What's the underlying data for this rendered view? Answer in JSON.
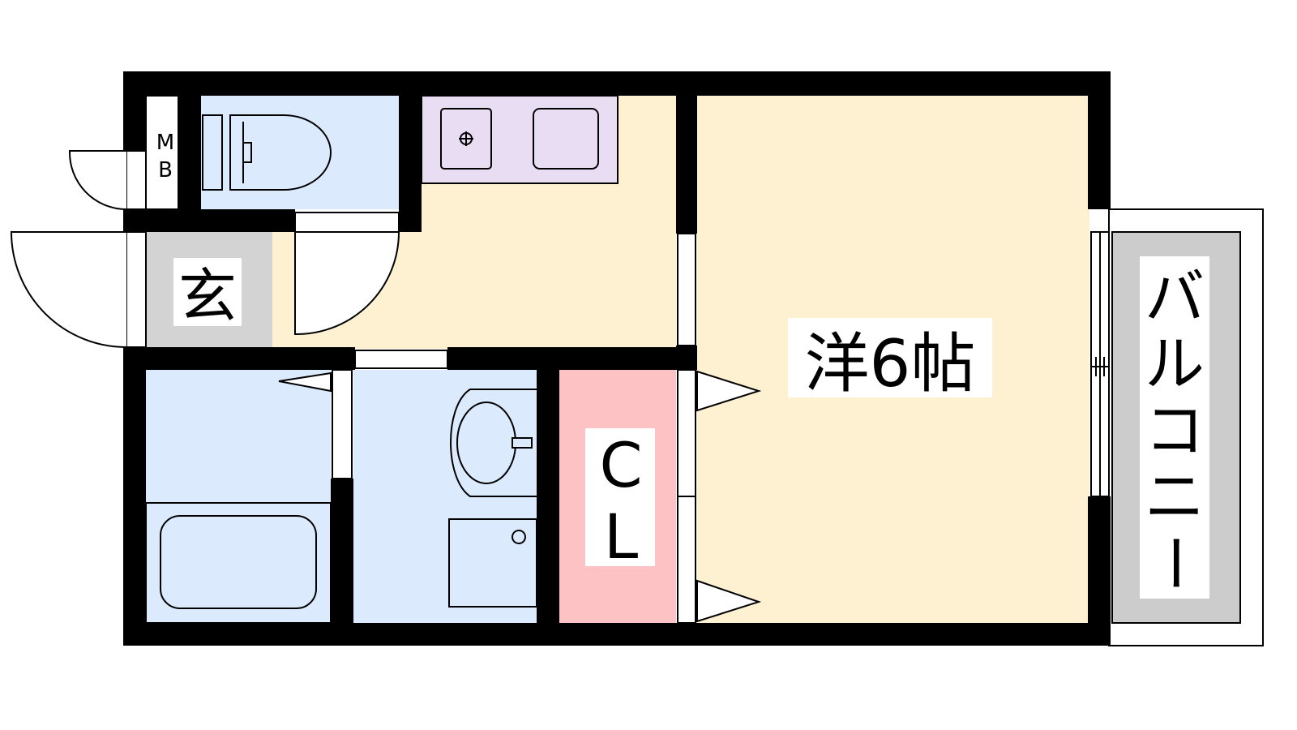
{
  "labels": {
    "mb_top": "M",
    "mb_bottom": "B",
    "entrance": "玄",
    "western_room": "洋6帖",
    "closet_top": "C",
    "closet_bottom": "L",
    "balcony": [
      "バ",
      "ル",
      "コ",
      "ニ",
      "ー"
    ]
  },
  "colors": {
    "wall": "#000000",
    "wet_area": "#dbeafd",
    "kitchen": "#e8ddf3",
    "floor": "#fdf1d2",
    "entrance": "#d3d3d3",
    "closet": "#fcc2c4",
    "balcony": "#cccccc"
  }
}
